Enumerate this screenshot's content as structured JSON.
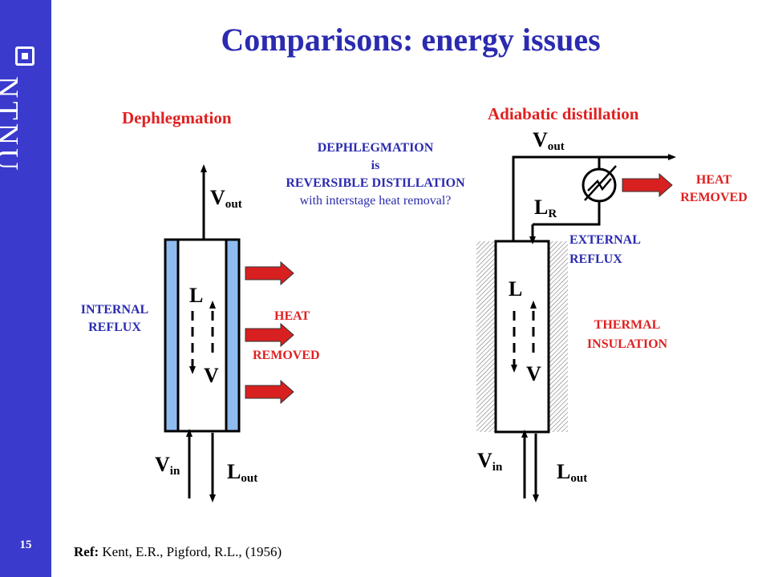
{
  "slide": {
    "title": "Comparisons: energy issues",
    "page_number": "15",
    "logo_text": "NTNU",
    "reference_label": "Ref:",
    "reference_text": " Kent, E.R., Pigford, R.L., (1956)"
  },
  "dephlegmation": {
    "heading": "Dephlegmation",
    "v_out": "V",
    "v_out_sub": "out",
    "l_label": "L",
    "v_label": "V",
    "internal_reflux": [
      "INTERNAL",
      "REFLUX"
    ],
    "heat_removed": [
      "HEAT",
      "REMOVED"
    ],
    "v_in": "V",
    "v_in_sub": "in",
    "l_out": "L",
    "l_out_sub": "out"
  },
  "center_note": {
    "line1": "DEPHLEGMATION",
    "line2": "is",
    "line3": "REVERSIBLE DISTILLATION",
    "line4": "with interstage heat removal?"
  },
  "adiabatic": {
    "heading": "Adiabatic distillation",
    "v_out": "V",
    "v_out_sub": "out",
    "lr": "L",
    "lr_sub": "R",
    "external_reflux": [
      "EXTERNAL",
      "REFLUX"
    ],
    "heat_removed": [
      "HEAT",
      "REMOVED"
    ],
    "thermal_insulation": [
      "THERMAL",
      "INSULATION"
    ],
    "l_label": "L",
    "v_label": "V",
    "v_in": "V",
    "v_in_sub": "in",
    "l_out": "L",
    "l_out_sub": "out"
  },
  "colors": {
    "sidebar": "#3a3acc",
    "title": "#2b2bb0",
    "red_text": "#e02020",
    "heat_arrow": "#d82020",
    "cooling_jacket": "#8fbcf0"
  }
}
